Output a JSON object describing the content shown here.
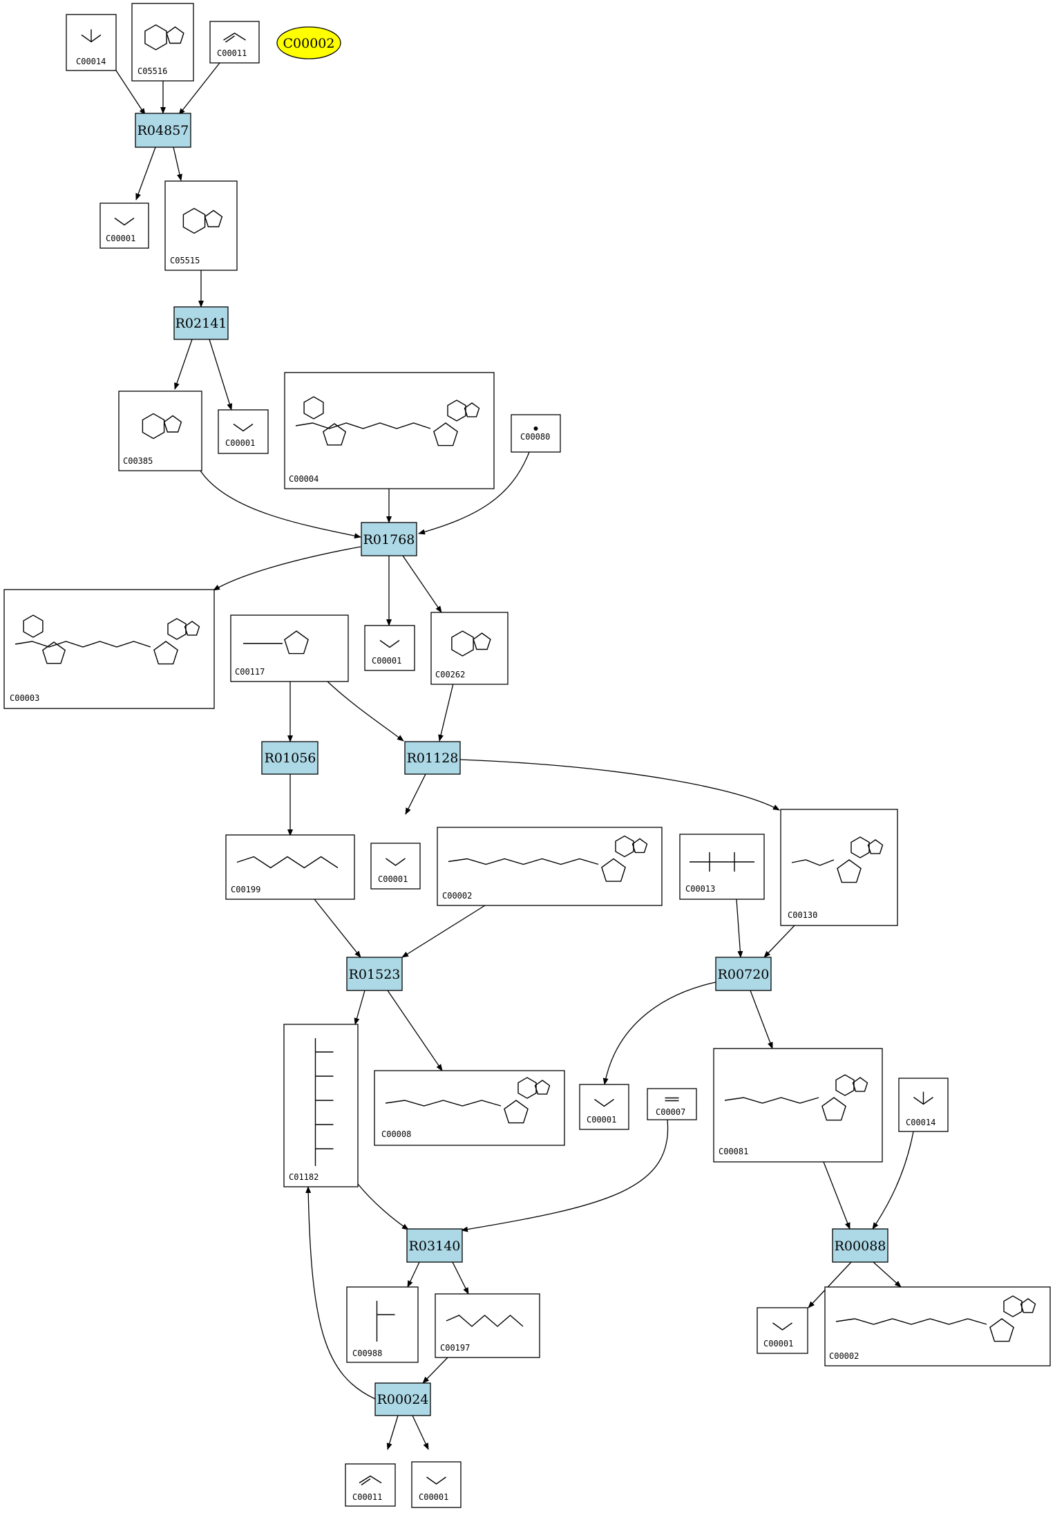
{
  "target_compound": "C00002",
  "colors": {
    "reaction_fill": "#add8e6",
    "target_fill": "#ffff00",
    "compound_fill": "#ffffff",
    "stroke": "#000000"
  },
  "reactions": [
    {
      "id": "R04857"
    },
    {
      "id": "R02141"
    },
    {
      "id": "R01768"
    },
    {
      "id": "R01056"
    },
    {
      "id": "R01128"
    },
    {
      "id": "R01523"
    },
    {
      "id": "R00720"
    },
    {
      "id": "R03140"
    },
    {
      "id": "R00088"
    },
    {
      "id": "R00024"
    }
  ],
  "compounds": [
    {
      "id": "C00014",
      "type": "nh3"
    },
    {
      "id": "C05516",
      "type": "imidazole"
    },
    {
      "id": "C00011",
      "type": "co2"
    },
    {
      "id": "C00001",
      "type": "water"
    },
    {
      "id": "C05515",
      "type": "imidazole"
    },
    {
      "id": "C00001",
      "type": "water"
    },
    {
      "id": "C00385",
      "type": "purine"
    },
    {
      "id": "C00004",
      "type": "dinucleotide"
    },
    {
      "id": "C00080",
      "type": "proton"
    },
    {
      "id": "C00003",
      "type": "dinucleotide"
    },
    {
      "id": "C00117",
      "type": "sugar"
    },
    {
      "id": "C00001",
      "type": "water"
    },
    {
      "id": "C00262",
      "type": "purine"
    },
    {
      "id": "C00001",
      "type": "water"
    },
    {
      "id": "C00199",
      "type": "chain"
    },
    {
      "id": "C00002",
      "type": "nucleotide"
    },
    {
      "id": "C00013",
      "type": "pyrophosphate"
    },
    {
      "id": "C00130",
      "type": "nucleotide"
    },
    {
      "id": "C01182",
      "type": "chain"
    },
    {
      "id": "C00008",
      "type": "nucleotide"
    },
    {
      "id": "C00001",
      "type": "water"
    },
    {
      "id": "C00007",
      "type": "o2"
    },
    {
      "id": "C00081",
      "type": "nucleotide"
    },
    {
      "id": "C00014",
      "type": "nh3"
    },
    {
      "id": "C00988",
      "type": "chain"
    },
    {
      "id": "C00197",
      "type": "chain"
    },
    {
      "id": "C00001",
      "type": "water"
    },
    {
      "id": "C00002",
      "type": "nucleotide"
    },
    {
      "id": "C00011",
      "type": "co2"
    },
    {
      "id": "C00001",
      "type": "water"
    }
  ]
}
